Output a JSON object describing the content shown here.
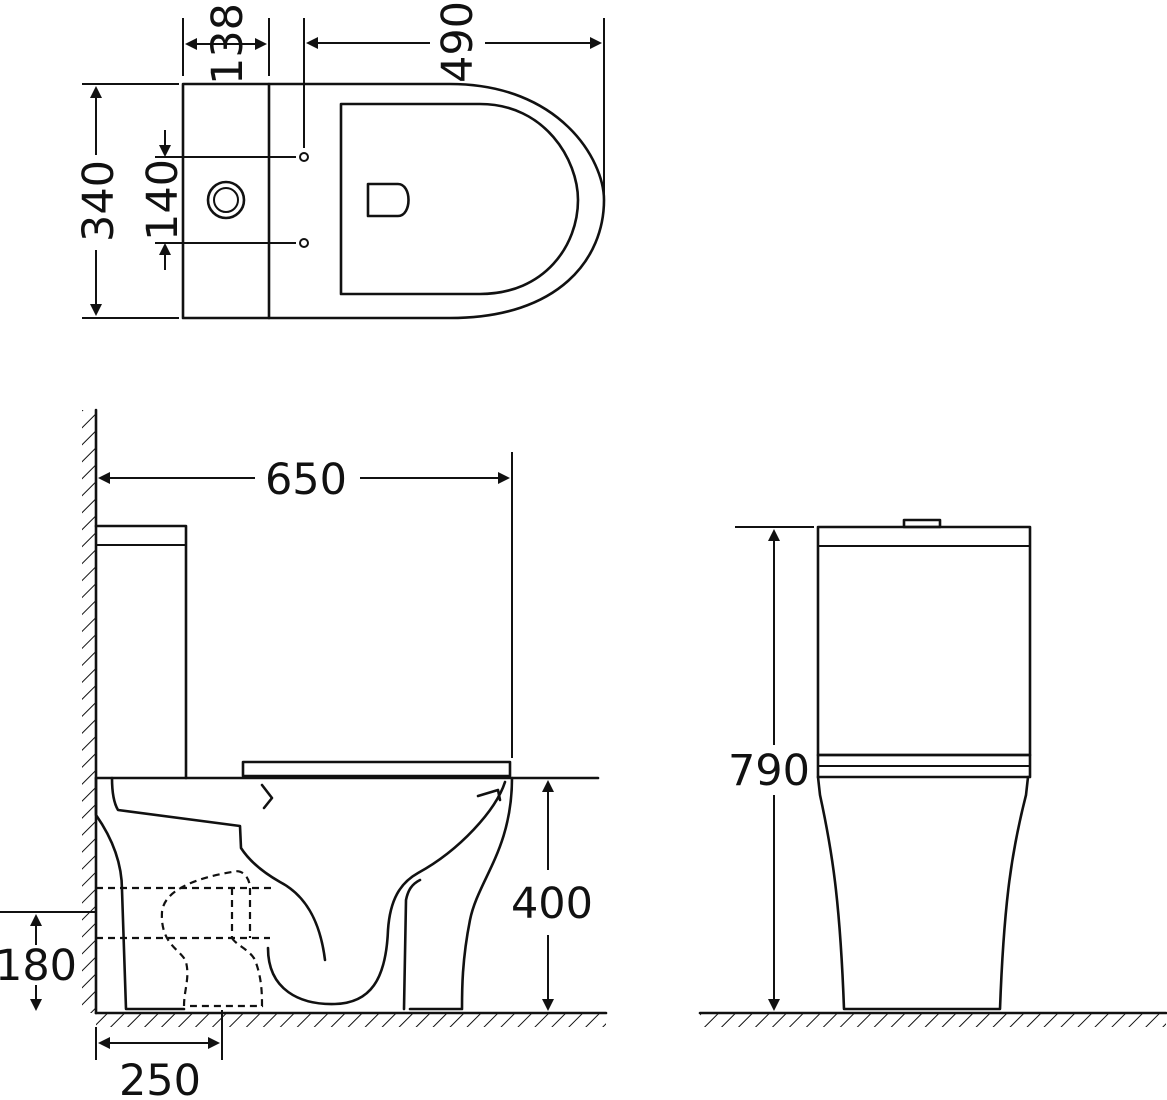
{
  "colors": {
    "line": "#111111",
    "background": "#ffffff"
  },
  "top_view": {
    "dimensions": {
      "tank_depth": "138",
      "bowl_length": "490",
      "overall_width": "340",
      "bolt_spacing": "140"
    }
  },
  "side_view": {
    "dimensions": {
      "overall_length": "650",
      "seat_height": "400",
      "outlet_height": "180",
      "outlet_distance": "250"
    }
  },
  "front_view": {
    "dimensions": {
      "overall_height": "790"
    }
  }
}
